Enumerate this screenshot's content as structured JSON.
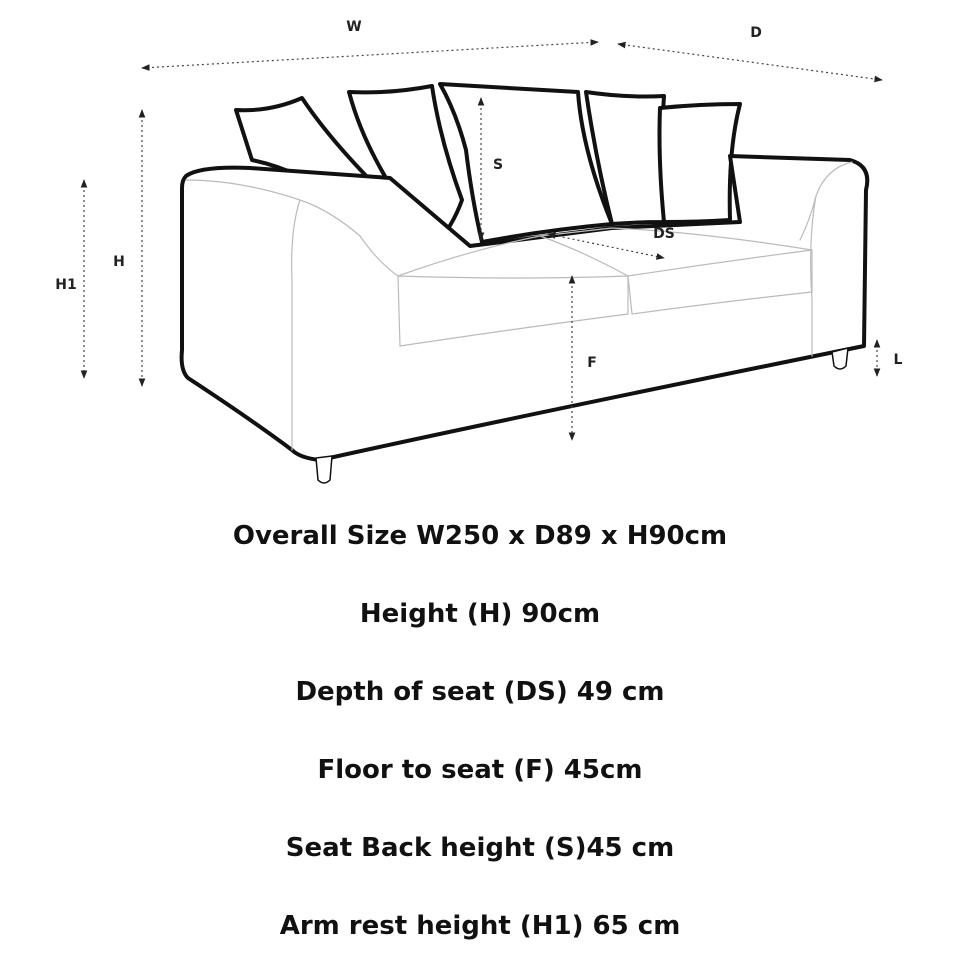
{
  "diagram": {
    "labels": {
      "width": "W",
      "depth": "D",
      "height": "H",
      "arm_height": "H1",
      "seat_back": "S",
      "seat_depth": "DS",
      "floor_to_seat": "F",
      "leg": "L"
    }
  },
  "specs": [
    "Overall Size W250 x D89 x H90cm",
    "Height (H) 90cm",
    "Depth of seat (DS) 49 cm",
    "Floor to seat (F) 45cm",
    "Seat Back height (S)45 cm",
    "Arm rest height (H1) 65 cm"
  ]
}
